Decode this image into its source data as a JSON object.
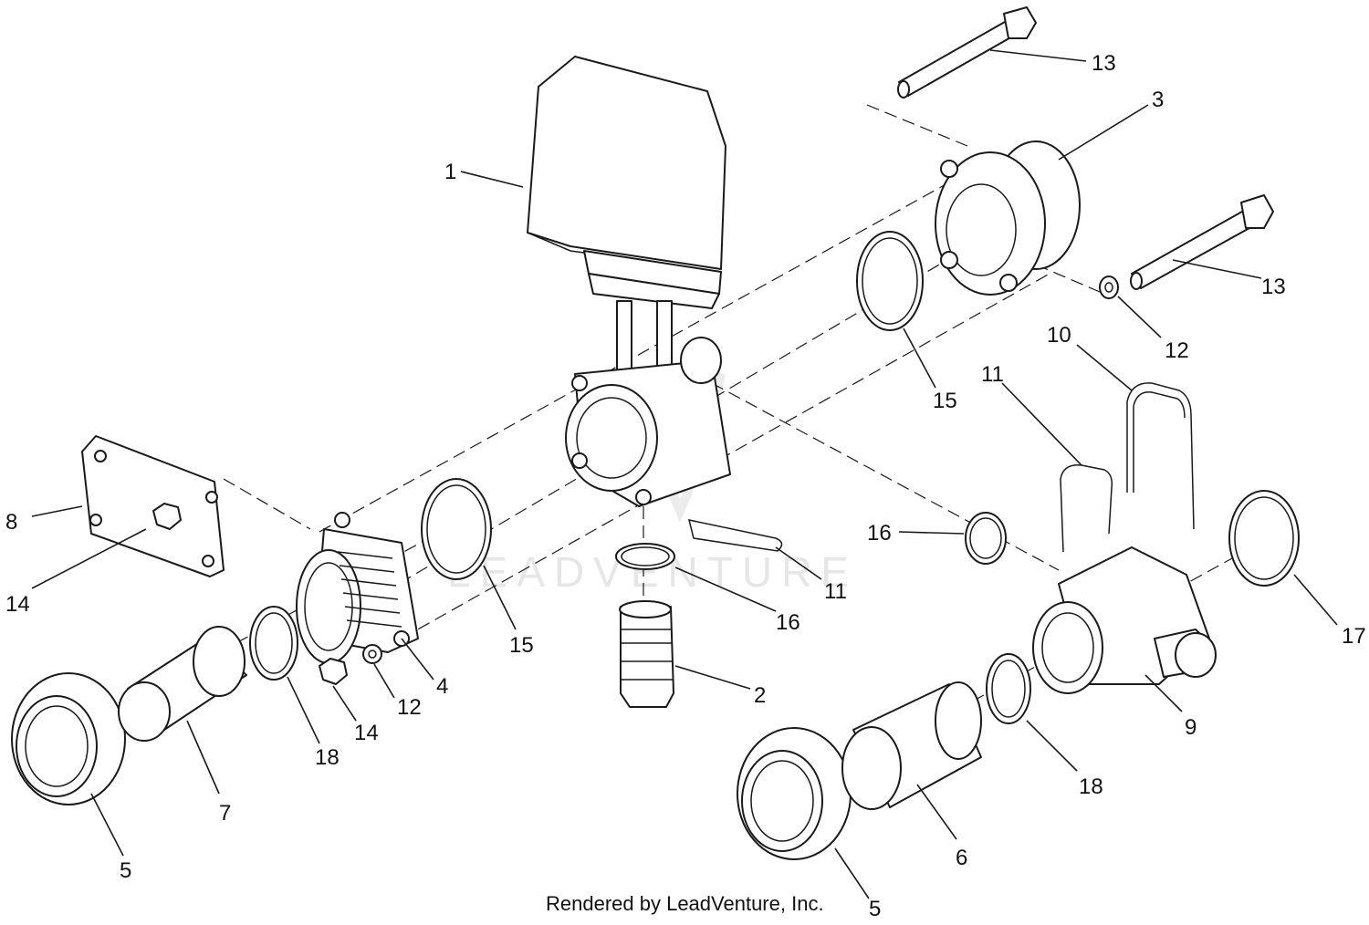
{
  "callouts": {
    "c1": "1",
    "c2": "2",
    "c3": "3",
    "c4": "4",
    "c5a": "5",
    "c5b": "5",
    "c6": "6",
    "c7": "7",
    "c8": "8",
    "c9": "9",
    "c10": "10",
    "c11a": "11",
    "c11b": "11",
    "c12a": "12",
    "c12b": "12",
    "c13a": "13",
    "c13b": "13",
    "c14a": "14",
    "c14b": "14",
    "c15a": "15",
    "c15b": "15",
    "c16a": "16",
    "c16b": "16",
    "c17": "17",
    "c18a": "18",
    "c18b": "18"
  },
  "watermark": "LEADVENTURE",
  "credit": "Rendered by LeadVenture, Inc."
}
